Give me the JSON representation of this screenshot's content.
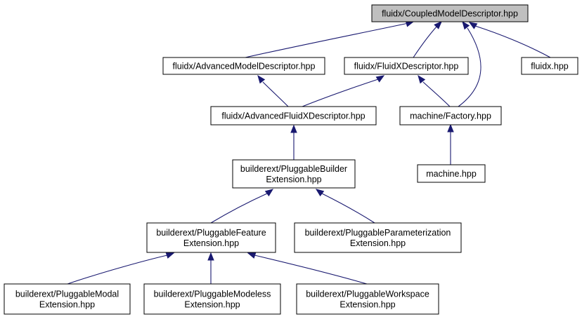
{
  "colors": {
    "root_fill": "#bfbfbf",
    "node_fill": "#ffffff",
    "node_border": "#000000",
    "edge": "#191970"
  },
  "nodes": [
    {
      "id": "n0",
      "label": "fluidx/CoupledModelDescriptor.hpp",
      "root": true
    },
    {
      "id": "n1",
      "label": "fluidx/AdvancedModelDescriptor.hpp"
    },
    {
      "id": "n2",
      "label": "fluidx/FluidXDescriptor.hpp"
    },
    {
      "id": "n3",
      "label": "fluidx.hpp"
    },
    {
      "id": "n4",
      "label": "fluidx/AdvancedFluidXDescriptor.hpp"
    },
    {
      "id": "n5",
      "label": "machine/Factory.hpp"
    },
    {
      "id": "n6",
      "label": "builderext/PluggableBuilder Extension.hpp",
      "lines": [
        "builderext/PluggableBuilder",
        "Extension.hpp"
      ]
    },
    {
      "id": "n7",
      "label": "machine.hpp"
    },
    {
      "id": "n8",
      "label": "builderext/PluggableFeature Extension.hpp",
      "lines": [
        "builderext/PluggableFeature",
        "Extension.hpp"
      ]
    },
    {
      "id": "n9",
      "label": "builderext/PluggableParameterization Extension.hpp",
      "lines": [
        "builderext/PluggableParameterization",
        "Extension.hpp"
      ]
    },
    {
      "id": "n10",
      "label": "builderext/PluggableModal Extension.hpp",
      "lines": [
        "builderext/PluggableModal",
        "Extension.hpp"
      ]
    },
    {
      "id": "n11",
      "label": "builderext/PluggableModeless Extension.hpp",
      "lines": [
        "builderext/PluggableModeless",
        "Extension.hpp"
      ]
    },
    {
      "id": "n12",
      "label": "builderext/PluggableWorkspace Extension.hpp",
      "lines": [
        "builderext/PluggableWorkspace",
        "Extension.hpp"
      ]
    }
  ],
  "edges": [
    {
      "from": "n1",
      "to": "n0"
    },
    {
      "from": "n2",
      "to": "n0"
    },
    {
      "from": "n5",
      "to": "n0"
    },
    {
      "from": "n3",
      "to": "n0"
    },
    {
      "from": "n4",
      "to": "n1"
    },
    {
      "from": "n4",
      "to": "n2"
    },
    {
      "from": "n5",
      "to": "n2"
    },
    {
      "from": "n6",
      "to": "n4"
    },
    {
      "from": "n7",
      "to": "n5"
    },
    {
      "from": "n8",
      "to": "n6"
    },
    {
      "from": "n9",
      "to": "n6"
    },
    {
      "from": "n10",
      "to": "n8"
    },
    {
      "from": "n11",
      "to": "n8"
    },
    {
      "from": "n12",
      "to": "n8"
    }
  ]
}
